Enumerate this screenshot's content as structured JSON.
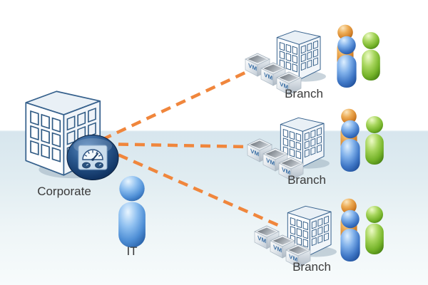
{
  "diagram": {
    "type": "network-topology",
    "corporate": {
      "building_label": "Corporate",
      "admin_label": "IT",
      "monitor_icon": "gauge-icon"
    },
    "branches": [
      {
        "label": "Branch",
        "vm_count": 3,
        "users_icon": "user-group-icon"
      },
      {
        "label": "Branch",
        "vm_count": 3,
        "users_icon": "user-group-icon"
      },
      {
        "label": "Branch",
        "vm_count": 3,
        "users_icon": "user-group-icon"
      }
    ],
    "vm_box_label": "VM",
    "connections": [
      {
        "from": "Corporate",
        "to": "Branch 1",
        "style": "dashed"
      },
      {
        "from": "Corporate",
        "to": "Branch 2",
        "style": "dashed"
      },
      {
        "from": "Corporate",
        "to": "Branch 3",
        "style": "dashed"
      }
    ],
    "colors": {
      "connection": "#f0863c",
      "background_band": "#d7e6ee",
      "label_text": "#3a3a3a",
      "vm_text": "#3a6fa5",
      "building_outline": "#35608c",
      "person_blue": "#3f77c6",
      "person_green": "#76b42a",
      "person_orange": "#d4822a",
      "person_it_blue": "#4f8fd6",
      "badge_navy": "#123666"
    }
  }
}
